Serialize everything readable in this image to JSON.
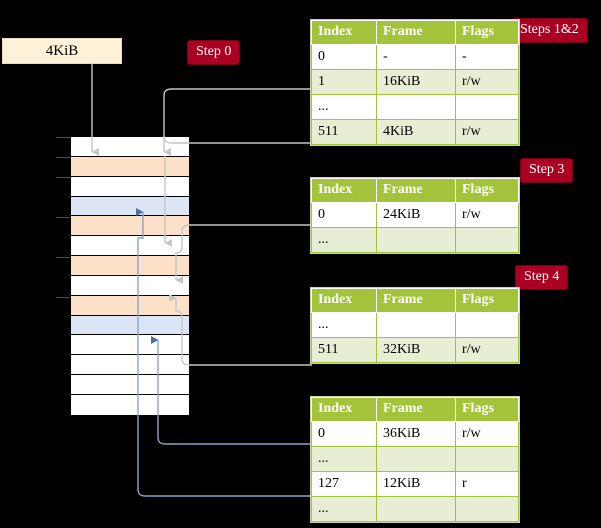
{
  "diagram": {
    "title_badges": [
      {
        "id": "step0",
        "label": "Step 0"
      },
      {
        "id": "steps1and2",
        "label": "Steps 1&2"
      },
      {
        "id": "step3",
        "label": "Step 3"
      },
      {
        "id": "step4",
        "label": "Step 4"
      }
    ],
    "source_box": {
      "label": "4KiB"
    }
  },
  "memory": {
    "rows": [
      {
        "fill": "white"
      },
      {
        "fill": "orange"
      },
      {
        "fill": "white"
      },
      {
        "fill": "blue"
      },
      {
        "fill": "orange"
      },
      {
        "fill": "white"
      },
      {
        "fill": "orange"
      },
      {
        "fill": "white"
      },
      {
        "fill": "orange"
      },
      {
        "fill": "blue"
      },
      {
        "fill": "white"
      },
      {
        "fill": "white"
      },
      {
        "fill": "white"
      },
      {
        "fill": "white"
      }
    ]
  },
  "tables": [
    {
      "id": "table-level-1",
      "columns": [
        "Index",
        "Frame",
        "Flags"
      ],
      "rows": [
        {
          "cells": [
            "0",
            "-",
            "-"
          ],
          "alt": false,
          "highlight": false
        },
        {
          "cells": [
            "1",
            "16KiB",
            "r/w"
          ],
          "alt": true,
          "highlight": false
        },
        {
          "cells": [
            "...",
            "",
            ""
          ],
          "alt": false,
          "highlight": false
        },
        {
          "cells": [
            "511",
            "4KiB",
            "r/w"
          ],
          "alt": true,
          "highlight": true
        }
      ]
    },
    {
      "id": "table-level-2",
      "columns": [
        "Index",
        "Frame",
        "Flags"
      ],
      "rows": [
        {
          "cells": [
            "0",
            "24KiB",
            "r/w"
          ],
          "alt": false,
          "highlight": false
        },
        {
          "cells": [
            "...",
            "",
            ""
          ],
          "alt": true,
          "highlight": false
        }
      ]
    },
    {
      "id": "table-level-3",
      "columns": [
        "Index",
        "Frame",
        "Flags"
      ],
      "rows": [
        {
          "cells": [
            "...",
            "",
            ""
          ],
          "alt": false,
          "highlight": false
        },
        {
          "cells": [
            "511",
            "32KiB",
            "r/w"
          ],
          "alt": true,
          "highlight": false
        }
      ]
    },
    {
      "id": "table-level-4",
      "columns": [
        "Index",
        "Frame",
        "Flags"
      ],
      "rows": [
        {
          "cells": [
            "0",
            "36KiB",
            "r/w"
          ],
          "alt": false,
          "highlight": false
        },
        {
          "cells": [
            "...",
            "",
            ""
          ],
          "alt": true,
          "highlight": false
        },
        {
          "cells": [
            "127",
            "12KiB",
            "r"
          ],
          "alt": false,
          "highlight": false
        },
        {
          "cells": [
            "...",
            "",
            ""
          ],
          "alt": true,
          "highlight": false
        }
      ]
    }
  ],
  "colors": {
    "background": "#000000",
    "badge": "#aa0022",
    "table_header": "#a3c43a",
    "table_alt_row": "#e8eed4",
    "table_highlight": "#f7f7a8",
    "memory_orange": "#fde0c8",
    "memory_blue": "#dbe5f5",
    "source_box": "#fdf2d8",
    "wire_gray": "#c8c8c8",
    "wire_blue": "#8aa6cc"
  }
}
